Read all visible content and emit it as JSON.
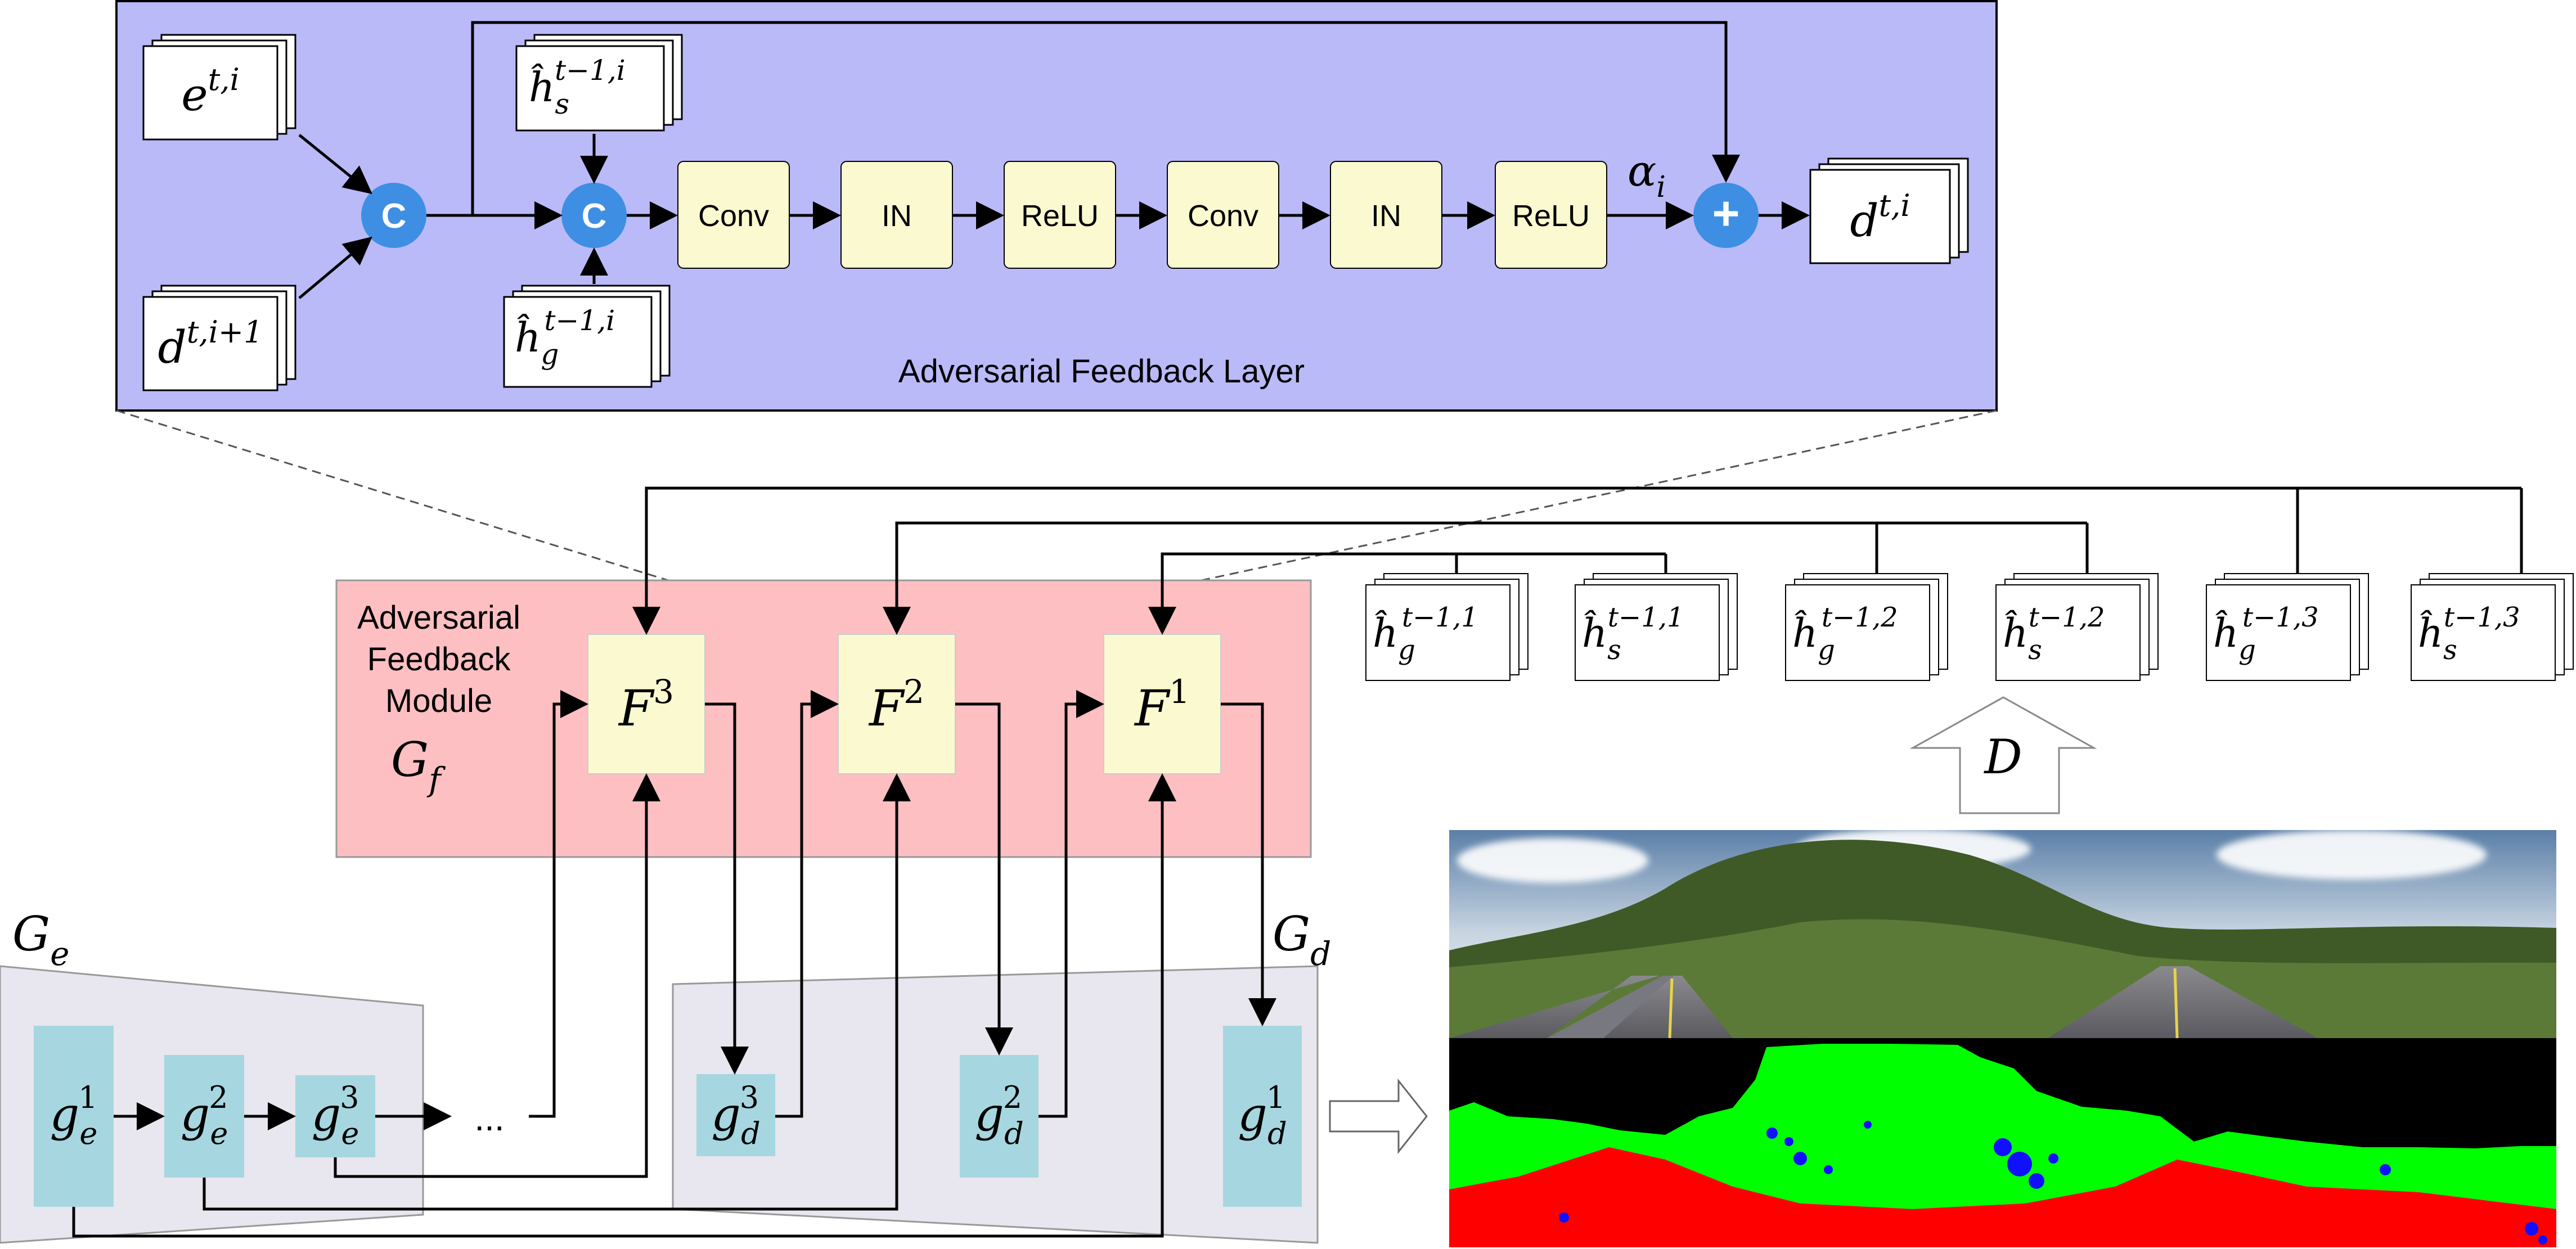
{
  "feedback_layer": {
    "title": "Adversarial Feedback Layer",
    "inputs": {
      "e": {
        "base": "e",
        "sup": "t,i"
      },
      "d_next": {
        "base": "d",
        "sup": "t,i+1"
      },
      "hs": {
        "base": "ĥ",
        "sub": "s",
        "sup": "t−1,i"
      },
      "hg": {
        "base": "ĥ",
        "sub": "g",
        "sup": "t−1,i"
      }
    },
    "concat_symbol": "C",
    "add_symbol": "+",
    "blocks": [
      "Conv",
      "IN",
      "ReLU",
      "Conv",
      "IN",
      "ReLU"
    ],
    "alpha": {
      "base": "α",
      "sub": "i"
    },
    "output": {
      "base": "d",
      "sup": "t,i"
    }
  },
  "feedback_module": {
    "title_lines": [
      "Adversarial",
      "Feedback",
      "Module"
    ],
    "symbol": {
      "base": "G",
      "sub": "f"
    },
    "blocks": [
      {
        "base": "F",
        "sup": "3"
      },
      {
        "base": "F",
        "sup": "2"
      },
      {
        "base": "F",
        "sup": "1"
      }
    ]
  },
  "hidden_states": [
    {
      "base": "ĥ",
      "sub": "g",
      "sup": "t−1,1"
    },
    {
      "base": "ĥ",
      "sub": "s",
      "sup": "t−1,1"
    },
    {
      "base": "ĥ",
      "sub": "g",
      "sup": "t−1,2"
    },
    {
      "base": "ĥ",
      "sub": "s",
      "sup": "t−1,2"
    },
    {
      "base": "ĥ",
      "sub": "g",
      "sup": "t−1,3"
    },
    {
      "base": "ĥ",
      "sub": "s",
      "sup": "t−1,3"
    }
  ],
  "discriminator": {
    "label": "D"
  },
  "encoder": {
    "symbol": {
      "base": "G",
      "sub": "e"
    },
    "blocks": [
      {
        "base": "g",
        "sub": "e",
        "sup": "1"
      },
      {
        "base": "g",
        "sub": "e",
        "sup": "2"
      },
      {
        "base": "g",
        "sub": "e",
        "sup": "3"
      }
    ],
    "ellipsis": "..."
  },
  "decoder": {
    "symbol": {
      "base": "G",
      "sub": "d"
    },
    "blocks": [
      {
        "base": "g",
        "sub": "d",
        "sup": "3"
      },
      {
        "base": "g",
        "sub": "d",
        "sup": "2"
      },
      {
        "base": "g",
        "sub": "d",
        "sup": "1"
      }
    ]
  },
  "colors": {
    "layer_fill": "#babaf9",
    "module_fill": "#fdbfc1",
    "block_fill": "#fbf9d0",
    "circle_fill": "#3e8fe3",
    "encoder_fill": "#e8e6ee",
    "gblock_fill": "#a6d7e0",
    "seg_green": "#00ff00",
    "seg_red": "#ff0000",
    "seg_blue": "#1010ff",
    "seg_black": "#000000"
  }
}
